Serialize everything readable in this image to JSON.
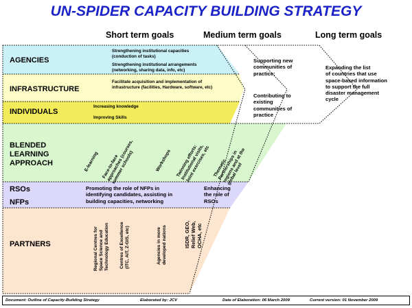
{
  "title": "UN-SPIDER CAPACITY BUILDING STRATEGY",
  "columns": {
    "short": "Short term goals",
    "medium": "Medium term goals",
    "long": "Long term goals"
  },
  "rows": {
    "agencies": {
      "label": "AGENCIES",
      "goal1_line1": "Strengthening institutional capacities",
      "goal1_line2": "(conduction of tasks)",
      "goal2_line1": "Strengthening institutional arrangements",
      "goal2_line2": "(networking, sharing data, info, etc)"
    },
    "infrastructure": {
      "label": "INFRASTRUCTURE",
      "goal_line1": "Facilitate acquisition and implementation of",
      "goal_line2": "infrastructure (facilities, Hardware, software, etc)"
    },
    "individuals": {
      "label": "INDIVIDUALS",
      "goal1": "Increasing knowledge",
      "goal2": "Improving Skills"
    },
    "blended": {
      "label_line1": "BLENDED",
      "label_line2": "LEARNING",
      "label_line3": "APPROACH",
      "items": {
        "elearning": "E-learning",
        "f2f_line1": "Face-to-face",
        "f2f_line2": "approaches (courses,",
        "f2f_line3": "summer schools)",
        "workshops": "Workshops",
        "twinning_line1": "Twinning efforts:",
        "twinning_line2": "Institutional visits,",
        "twinning_line3": "Joint exercises, etc",
        "thematic_line1": "Thematic",
        "thematic_line2": "Partnerships in",
        "thematic_line3": "regions and at the",
        "thematic_line4": "global level"
      }
    },
    "rsos": {
      "label_rsos": "RSOs",
      "label_nfps": "NFPs",
      "short_line1": "Promoting the role of NFPs in",
      "short_line2": "identifying candidates, assisting in",
      "short_line3": "building capacities, networking",
      "medium_line1": "Enhancing",
      "medium_line2": "the role of",
      "medium_line3": "RSOs"
    },
    "partners": {
      "label": "PARTNERS",
      "items": {
        "regional_line1": "Regional Centres for",
        "regional_line2": "Space Science and",
        "regional_line3": "Technology Education",
        "excellence_line1": "Centres of Excellence",
        "excellence_line2": "(ITC, AIT, Z-GIS, etc)",
        "agencies_line1": "Agencies in more",
        "agencies_line2": "developed nations",
        "isdr_line1": "ISDR, GEO,",
        "isdr_line2": "Relief Web,",
        "isdr_line3": "OCHA, etc"
      }
    }
  },
  "medium_goals": {
    "g1_line1": "Supporting new",
    "g1_line2": "communities of",
    "g1_line3": "practice;",
    "g2_line1": "Contributing to",
    "g2_line2": "existing",
    "g2_line3": "communities of",
    "g2_line4": "practice"
  },
  "long_goal": {
    "line1": "Expanding the list",
    "line2": "of countries that use",
    "line3": "space-based information",
    "line4": "to support the full",
    "line5": "disaster management",
    "line6": "cycle"
  },
  "footer": {
    "document": "Document:  Outline of Capacity-Building Strategy",
    "elaborated": "Elaborated by:   JCV",
    "date": "Date of Elaboration: 06 March 2009",
    "version": "Current version:  01 November 2009"
  },
  "colors": {
    "title": "#1b22c8",
    "agencies": "#c9f1f7",
    "infrastructure": "#fdfcc6",
    "individuals": "#f2eb5a",
    "blended": "#d8f7cf",
    "rsos": "#dcd8fb",
    "partners": "#fde5d0"
  }
}
